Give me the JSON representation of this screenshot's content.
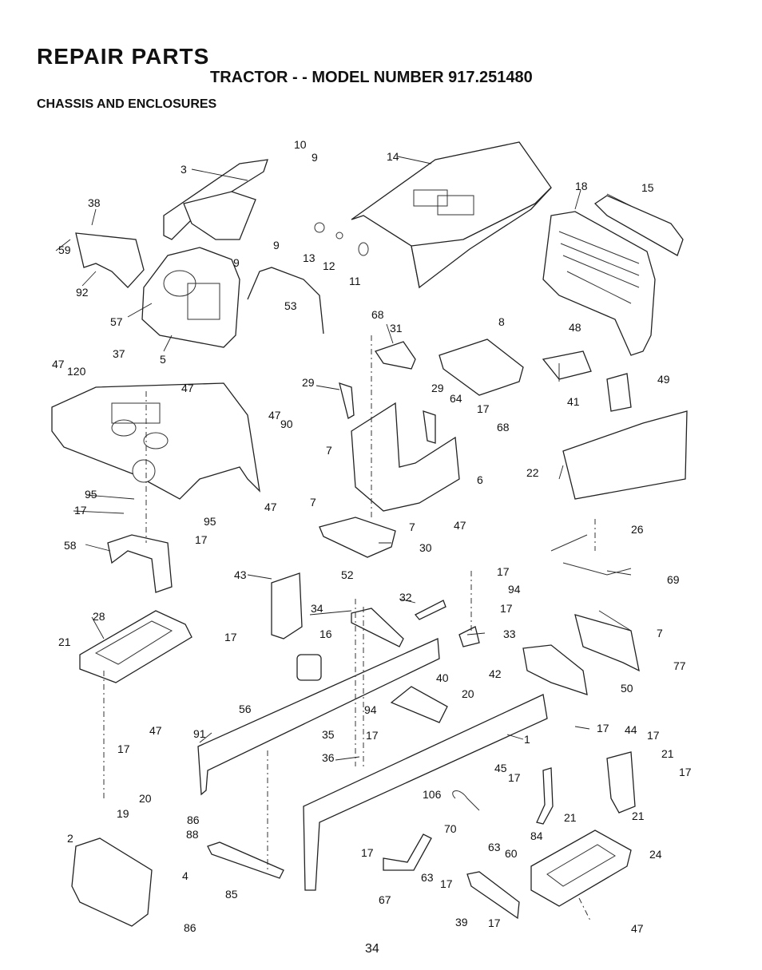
{
  "header": {
    "title": "REPAIR PARTS",
    "subtitle": "TRACTOR - - MODEL NUMBER 917.251480",
    "section": "CHASSIS AND ENCLOSURES"
  },
  "page_number": "34",
  "callouts": [
    "10",
    "9",
    "3",
    "9",
    "9",
    "14",
    "18",
    "15",
    "38",
    "59",
    "92",
    "13",
    "12",
    "11",
    "57",
    "53",
    "5",
    "68",
    "31",
    "8",
    "48",
    "37",
    "47",
    "120",
    "47",
    "29",
    "29",
    "64",
    "17",
    "41",
    "49",
    "47",
    "90",
    "68",
    "7",
    "6",
    "22",
    "95",
    "17",
    "7",
    "47",
    "95",
    "17",
    "7",
    "47",
    "26",
    "58",
    "30",
    "43",
    "52",
    "17",
    "34",
    "32",
    "94",
    "69",
    "28",
    "17",
    "16",
    "17",
    "33",
    "7",
    "21",
    "77",
    "56",
    "40",
    "42",
    "50",
    "20",
    "94",
    "17",
    "47",
    "91",
    "35",
    "17",
    "1",
    "44",
    "17",
    "17",
    "36",
    "21",
    "45",
    "17",
    "17",
    "20",
    "106",
    "19",
    "21",
    "21",
    "86",
    "88",
    "70",
    "84",
    "2",
    "4",
    "63",
    "60",
    "24",
    "85",
    "17",
    "63",
    "67",
    "17",
    "39",
    "17",
    "47",
    "86"
  ]
}
